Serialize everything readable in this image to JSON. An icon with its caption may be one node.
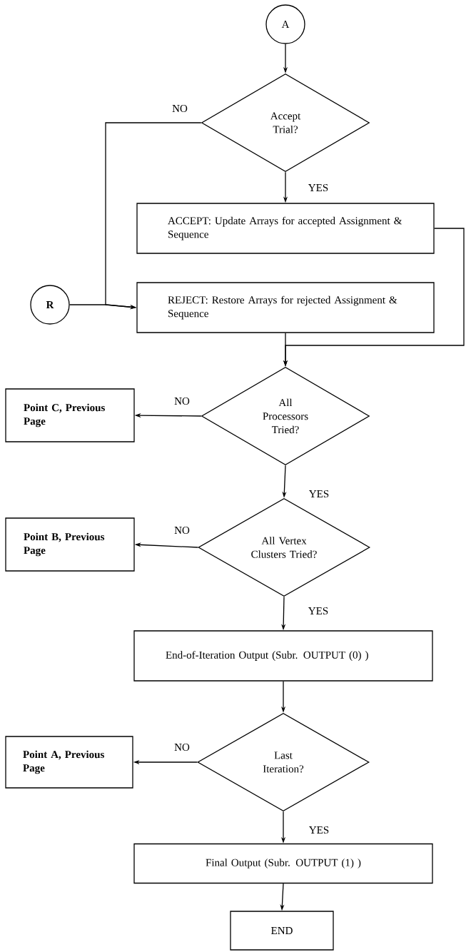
{
  "diagram": {
    "nodes": [
      {
        "text": [
          "A"
        ]
      },
      {
        "text": [
          "Accept Trial?"
        ]
      },
      {
        "text": [
          "ACCEPT: Update Arrays for accepted Assignment & Sequence"
        ]
      },
      {
        "text": [
          "R"
        ]
      },
      {
        "text": [
          "REJECT: Restore Arrays for rejected Assignment & Sequence"
        ]
      },
      {
        "text": [
          "All Processors Tried?"
        ]
      },
      {
        "text": [
          "Point C, Previous Page"
        ]
      },
      {
        "text": [
          "All Vertex Clusters Tried?"
        ]
      },
      {
        "text": [
          "Point B, Previous Page"
        ]
      },
      {
        "text": [
          "End-of-Iteration Output (Subr. OUTPUT (0) )"
        ]
      },
      {
        "text": [
          "Last Iteration?"
        ]
      },
      {
        "text": [
          "Point A, Previous Page"
        ]
      },
      {
        "text": [
          "Final Output (Subr. OUTPUT (1) )"
        ]
      },
      {
        "text": [
          "END"
        ]
      }
    ],
    "edges": [
      {
        "from": 0,
        "to": 1,
        "arrow": "to"
      },
      {
        "from": 1,
        "to": 4,
        "arrow": "to",
        "label": "NO"
      },
      {
        "from": 1,
        "to": 2,
        "arrow": "to",
        "label": "YES"
      },
      {
        "from": 3,
        "to": 4,
        "arrow": "to"
      },
      {
        "from": 2,
        "to": 5,
        "arrow": "to"
      },
      {
        "from": 4,
        "to": 5,
        "arrow": "to"
      },
      {
        "from": 5,
        "to": 6,
        "arrow": "to",
        "label": "NO"
      },
      {
        "from": 5,
        "to": 7,
        "arrow": "to",
        "label": "YES"
      },
      {
        "from": 7,
        "to": 8,
        "arrow": "to",
        "label": "NO"
      },
      {
        "from": 7,
        "to": 9,
        "arrow": "to",
        "label": "YES"
      },
      {
        "from": 9,
        "to": 10,
        "arrow": "to"
      },
      {
        "from": 10,
        "to": 11,
        "arrow": "to",
        "label": "NO"
      },
      {
        "from": 10,
        "to": 12,
        "arrow": "to",
        "label": "YES"
      },
      {
        "from": 12,
        "to": 13,
        "arrow": "to"
      }
    ]
  }
}
